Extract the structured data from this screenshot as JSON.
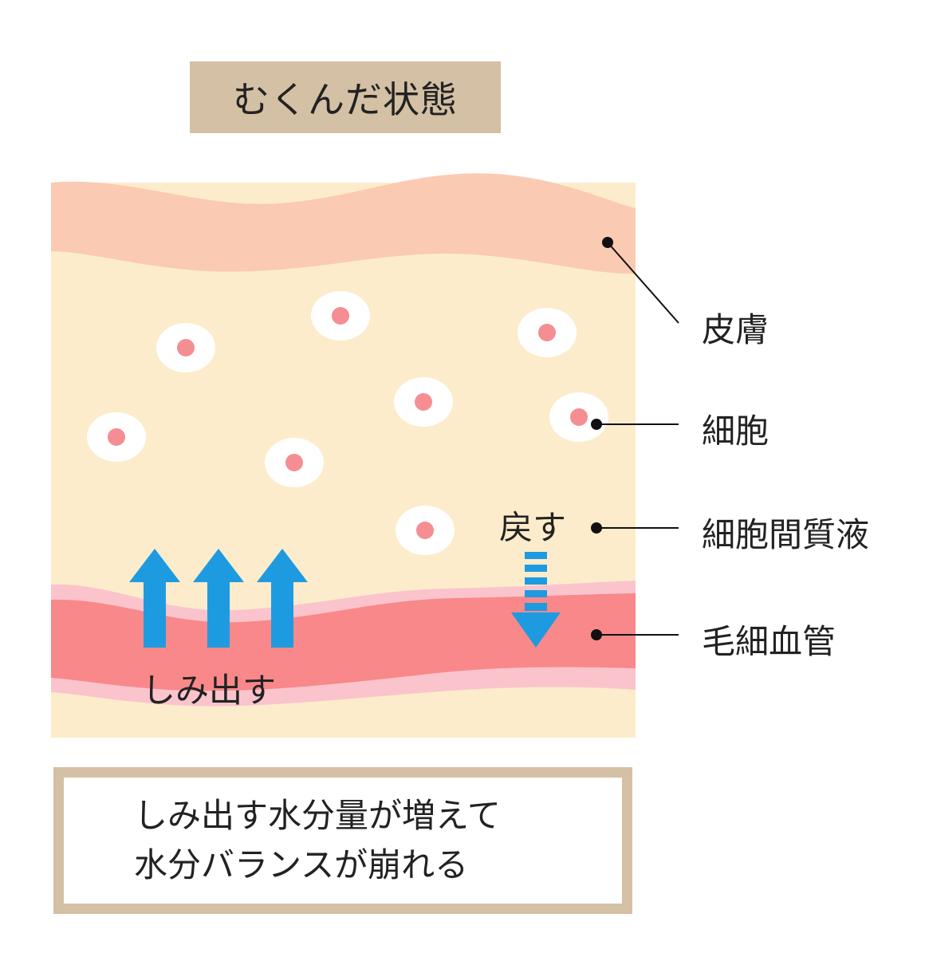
{
  "title": "むくんだ状態",
  "labels": {
    "skin": "皮膚",
    "cell": "細胞",
    "interstitial_fluid": "細胞間質液",
    "capillary": "毛細血管",
    "return": "戻す",
    "seep_out": "しみ出す"
  },
  "caption": {
    "line1": "しみ出す水分量が増えて",
    "line2": "水分バランスが崩れる"
  },
  "colors": {
    "title_bg": "#d4c0a4",
    "skin": "#fbcab2",
    "tissue": "#fdeccb",
    "vessel_outer": "#fbc4cc",
    "vessel_inner": "#f9888a",
    "cell_nucleus": "#f48e92",
    "arrow": "#1e9be0"
  }
}
